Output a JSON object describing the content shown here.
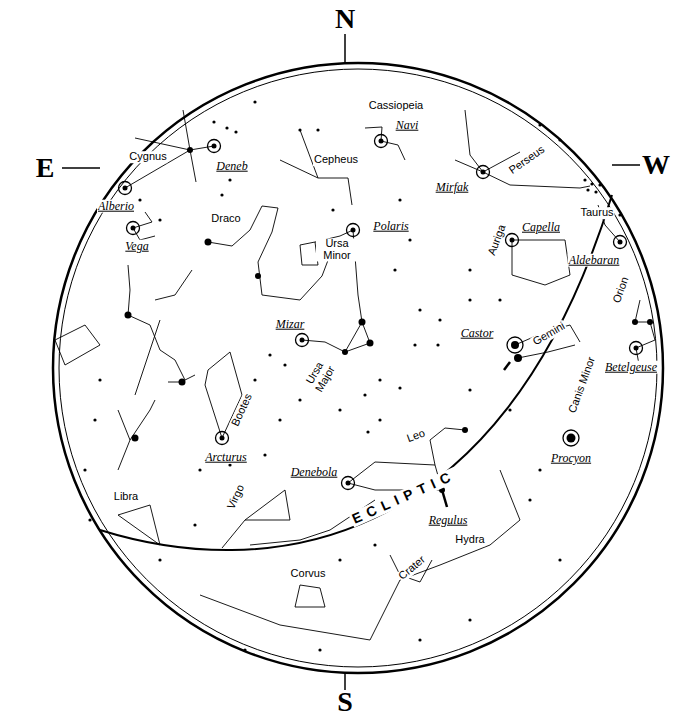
{
  "diagram": {
    "labels": [
      "N",
      "E",
      "W",
      "S",
      "Cassiopeia",
      "Cepheus",
      "Navi",
      "Cygnus",
      "Deneb",
      "Perseus",
      "Mirfak",
      "Alberio",
      "Vega",
      "Draco",
      "Polaris",
      "Ursa Minor",
      "Taurus",
      "Auriga",
      "Capella",
      "Aldebaran",
      "Orion",
      "Mizar",
      "Ursa Major",
      "Castor",
      "Gemini",
      "Betelgeuse",
      "Canis Minor",
      "Procyon",
      "Bootes",
      "Arcturus",
      "Leo",
      "Denebola",
      "Regulus",
      "Hydra",
      "Virgo",
      "Libra",
      "ECLIPTIC",
      "Corvus",
      "Crater"
    ]
  }
}
